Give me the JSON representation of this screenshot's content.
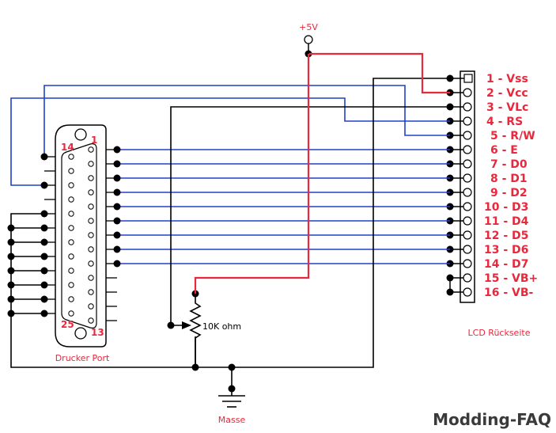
{
  "supply_label": "+5V",
  "pot_label": "10K ohm",
  "ground_label": "Masse",
  "dsub": {
    "label": "Drucker Port",
    "pin_14": "14",
    "pin_1": "1",
    "pin_25": "25",
    "pin_13": "13"
  },
  "lcd": {
    "label": "LCD Rückseite",
    "pins": [
      "1 - Vss",
      "2 - Vcc",
      "3 - VLc",
      "4 - RS",
      "5 - R/W",
      "6 - E",
      "7 - D0",
      "8 - D1",
      "9 - D2",
      "10 - D3",
      "11 - D4",
      "12 - D5",
      "13 - D6",
      "14 - D7",
      "15 - VB+",
      "16 - VB-"
    ]
  },
  "brand": "Modding-FAQ",
  "colors": {
    "red": "#e8283c",
    "blue": "#2040c8",
    "black": "#000000",
    "label_red": "#e8283c"
  }
}
